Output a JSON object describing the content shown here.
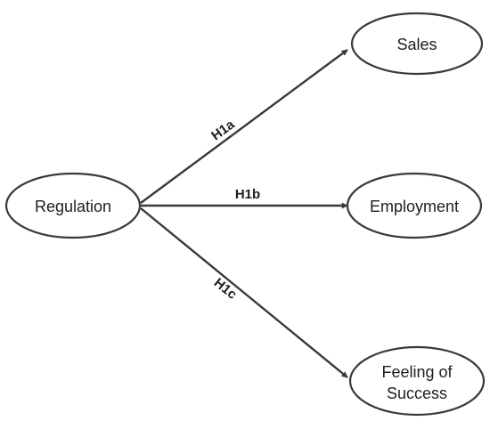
{
  "diagram": {
    "nodes": {
      "regulation": {
        "label": "Regulation"
      },
      "sales": {
        "label": "Sales"
      },
      "employment": {
        "label": "Employment"
      },
      "feeling": {
        "line1": "Feeling of",
        "line2": "Success"
      }
    },
    "edges": {
      "h1a": {
        "label": "H1a",
        "from": "Regulation",
        "to": "Sales"
      },
      "h1b": {
        "label": "H1b",
        "from": "Regulation",
        "to": "Employment"
      },
      "h1c": {
        "label": "H1c",
        "from": "Regulation",
        "to": "Feeling of Success"
      }
    },
    "colors": {
      "stroke": "#3a3a3a",
      "text": "#1e1e1e",
      "background": "#ffffff"
    }
  }
}
